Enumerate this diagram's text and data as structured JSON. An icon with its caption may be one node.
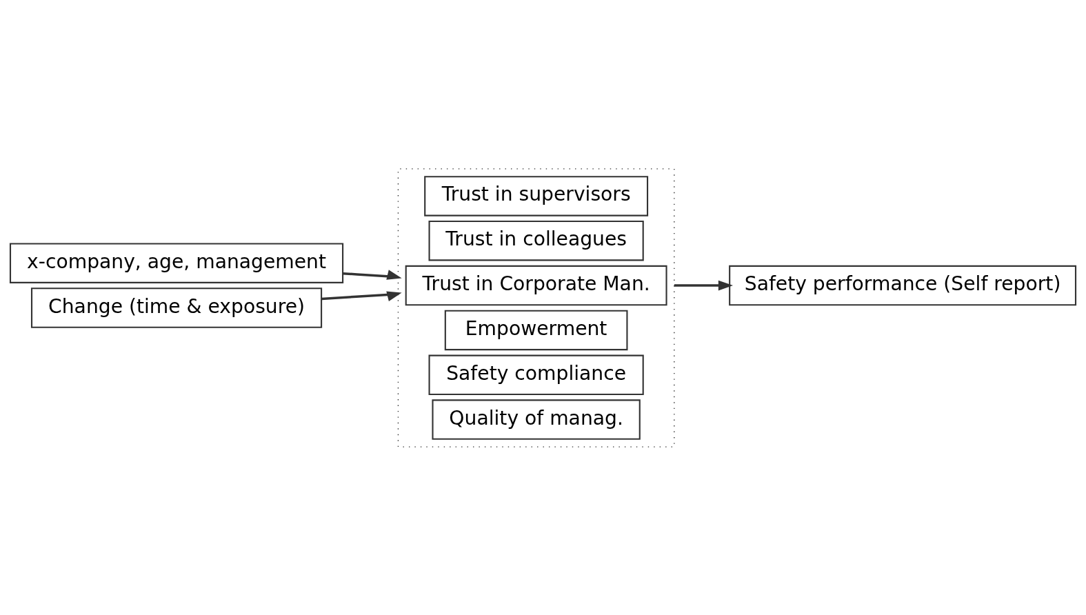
{
  "diagram": {
    "nodes": [
      {
        "text": [
          "x-company, age, management"
        ]
      },
      {
        "text": [
          "Change (time & exposure)"
        ]
      },
      {
        "text": [],
        "shape": "box"
      },
      {
        "text": [
          "Quality of manag."
        ],
        "in": 2
      },
      {
        "text": [
          "Safety compliance"
        ],
        "in": 2
      },
      {
        "text": [
          "Empowerment"
        ],
        "in": 2
      },
      {
        "text": [
          "Trust in Corporate Man."
        ],
        "in": 2
      },
      {
        "text": [
          "Trust in colleagues"
        ],
        "in": 2
      },
      {
        "text": [
          "Trust in supervisors"
        ],
        "in": 2
      },
      {
        "text": [
          "Safety performance (Self report)"
        ]
      }
    ],
    "edges": [
      {
        "from": 0,
        "to": 2,
        "arrow": "to"
      },
      {
        "from": 1,
        "to": 2,
        "arrow": "to"
      },
      {
        "from": 2,
        "to": 9,
        "arrow": "to"
      }
    ]
  }
}
